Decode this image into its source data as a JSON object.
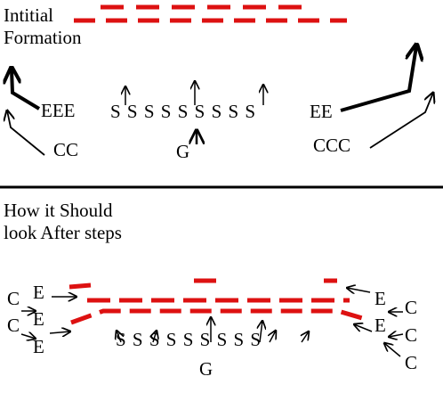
{
  "section_top": {
    "heading": "Intitial\nFormation",
    "left_label_1": "EEE",
    "left_label_2": "CC",
    "center_row": "S S S S S S S S S",
    "center_g": "G",
    "right_label_1": "EE",
    "right_label_2": "CCC"
  },
  "section_bottom": {
    "heading": "How it Should\nlook After steps",
    "center_row": "S S S S S S S S S",
    "center_g": "G",
    "left_c1": "C",
    "left_c2": "C",
    "left_e1": "E",
    "left_e2": "E",
    "left_e3": "E",
    "right_e1": "E",
    "right_e2": "E",
    "right_c1": "C",
    "right_c2": "C",
    "right_c3": "C"
  },
  "colors": {
    "ink": "#000000",
    "dash": "#dd1111",
    "background": "#ffffff"
  }
}
